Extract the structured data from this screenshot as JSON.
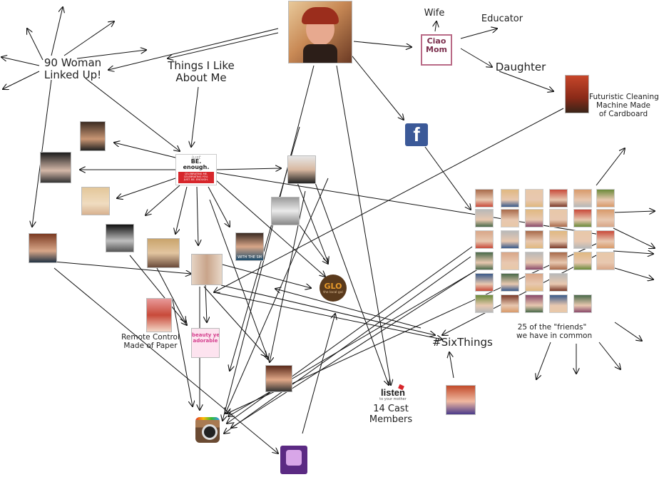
{
  "labels": {
    "ninety_women": "90 Woman\nLinked Up!",
    "things_i_like": "Things I Like\nAbout Me",
    "wife": "Wife",
    "educator": "Educator",
    "daughter": "Daughter",
    "futuristic": "Futuristic Cleaning\nMachine Made\nof Cardboard",
    "remote": "Remote Control\nMade of Paper",
    "sixthings": "#SixThings",
    "cast": "14 Cast\nMembers",
    "friends": "25 of the \"friends\"\nwe have in common"
  },
  "brands": {
    "ciao_mom": "Ciao\nMom",
    "facebook": "f",
    "just_be_enough_top": "just",
    "just_be_enough_main": "BE.\nenough.",
    "just_be_enough_tag": "CELEBRATING ME.\nCELEBRATING YOU.\nJUST. BE. ENOUGH.",
    "glo": "GLO",
    "glo_sub": "the local gal",
    "listen": "listen",
    "listen_sub": "to your mother",
    "beauty": "beauty yet\nadorable",
    "with_the_sm": "WITH THE SM"
  },
  "colors": {
    "arrow": "#111111",
    "facebook": "#3b5998",
    "jbe_red": "#d7262b",
    "ciao_bg": "#b96a86",
    "glo_bg": "#5a3a1c",
    "instagram": "#8a5a3a",
    "purple": "#5b2a83"
  }
}
